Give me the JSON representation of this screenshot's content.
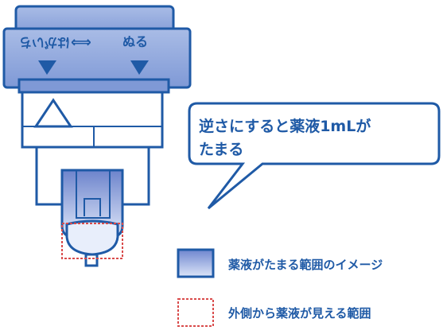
{
  "cap": {
    "left_label": "はがいち",
    "right_label": "ぬる",
    "arrow_symbol": "⟺"
  },
  "callout": {
    "line1": "逆さにすると薬液1mLが",
    "line2": "たまる"
  },
  "legend": {
    "items": [
      {
        "label": "薬液がたまる範囲のイメージ"
      },
      {
        "label": "外側から薬液が見える範囲"
      }
    ]
  },
  "colors": {
    "outline": "#1f5aa6",
    "cap_fill": "#8ea6d8",
    "cap_fill_dark": "#6f8fd0",
    "liquid_dark": "#6f86cf",
    "liquid_light": "#dbe4f7",
    "visible_area_border": "#d94b4b",
    "text": "#1f5aa6"
  }
}
